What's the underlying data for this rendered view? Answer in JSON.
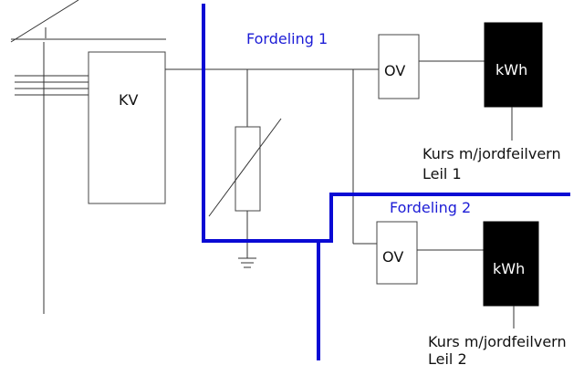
{
  "colors": {
    "boundary": "#0a0ad4",
    "label_blue": "#1c1cd6",
    "meter_fill": "#000000",
    "wire": "#333333"
  },
  "labels": {
    "kv": "KV",
    "fordeling1": "Fordeling 1",
    "fordeling2": "Fordeling 2",
    "ov1": "OV",
    "ov2": "OV",
    "kwh1": "kWh",
    "kwh2": "kWh",
    "kurs1": "Kurs m/jordfeilvern",
    "leil1": "Leil 1",
    "kurs2": "Kurs m/jordfeilvern",
    "leil2": "Leil 2"
  }
}
